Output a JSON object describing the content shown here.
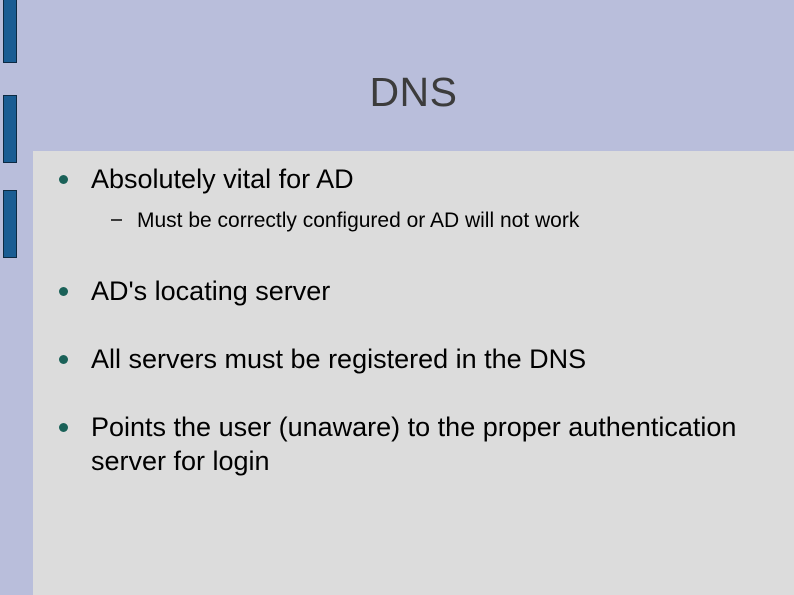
{
  "slide": {
    "title": "DNS",
    "background_color": "#b9bedb",
    "panel_color": "#dcdcdc",
    "accent_bar_color": "#1a5d93",
    "bullet_color": "#1a6158",
    "title_color": "#3c3c3c"
  },
  "decoration": {
    "bars": [
      {
        "name": "accent-bar-1"
      },
      {
        "name": "accent-bar-2"
      },
      {
        "name": "accent-bar-3"
      }
    ]
  },
  "content": {
    "bullets": [
      {
        "level": 1,
        "text": "Absolutely vital for AD",
        "children": [
          {
            "level": 2,
            "text": "Must be correctly configured or AD will not work"
          }
        ]
      },
      {
        "level": 1,
        "text": "AD's locating server",
        "children": []
      },
      {
        "level": 1,
        "text": "All servers must be registered in the DNS",
        "children": []
      },
      {
        "level": 1,
        "text": "Points the user (unaware) to the proper authentication server for login",
        "children": []
      }
    ]
  }
}
